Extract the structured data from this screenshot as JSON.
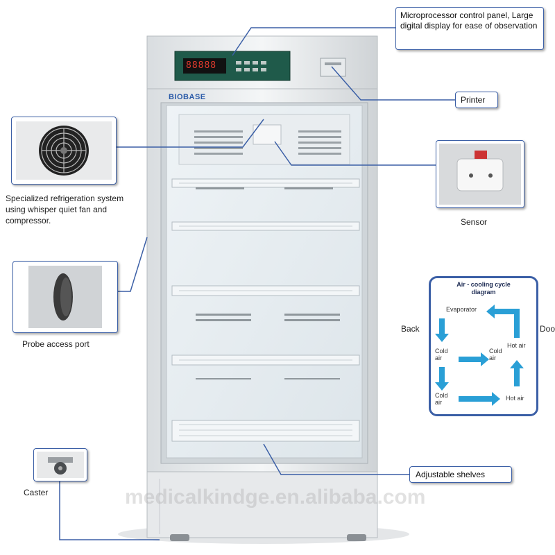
{
  "brand": "BIOBASE",
  "display_readout": "88888",
  "watermark": "medicalkindge.en.alibaba.com",
  "callouts": {
    "control_panel": "Microprocessor control panel, Large digital display for ease of observation",
    "printer": "Printer",
    "sensor": "Sensor",
    "refrigeration": "Specialized refrigeration system using whisper quiet fan and compressor.",
    "probe_port": "Probe access port",
    "caster": "Caster",
    "shelves": "Adjustable shelves"
  },
  "air_cycle": {
    "title_line1": "Air - cooling cycle",
    "title_line2": "diagram",
    "back": "Back",
    "door": "Door",
    "evaporator": "Evaporator",
    "cold_air": "Cold air",
    "hot_air": "Hot air"
  },
  "colors": {
    "callout_border": "#3b5fa6",
    "arrow_blue": "#2a9fd6",
    "panel_green": "#1f5a4a"
  }
}
